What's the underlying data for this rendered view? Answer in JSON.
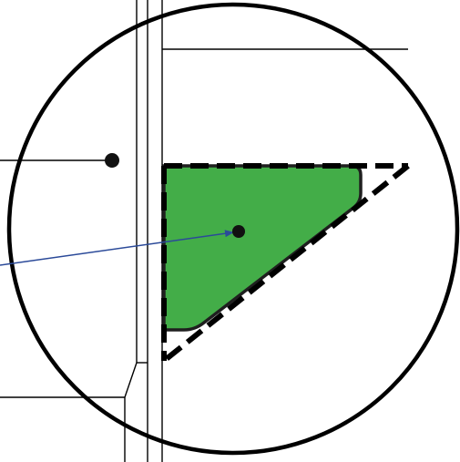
{
  "diagram": {
    "colors": {
      "background": "#ffffff",
      "line": "#000000",
      "fill": "#43ad48",
      "fill_outline": "#1f1f1f",
      "pointer": "#2b4a99",
      "dot": "#111111"
    },
    "elements": [
      "detail-circle",
      "wall-lines",
      "triangle-dashed-outline",
      "green-shape",
      "label-leader-line",
      "label-dot",
      "pointer-arrow",
      "center-dot"
    ]
  }
}
